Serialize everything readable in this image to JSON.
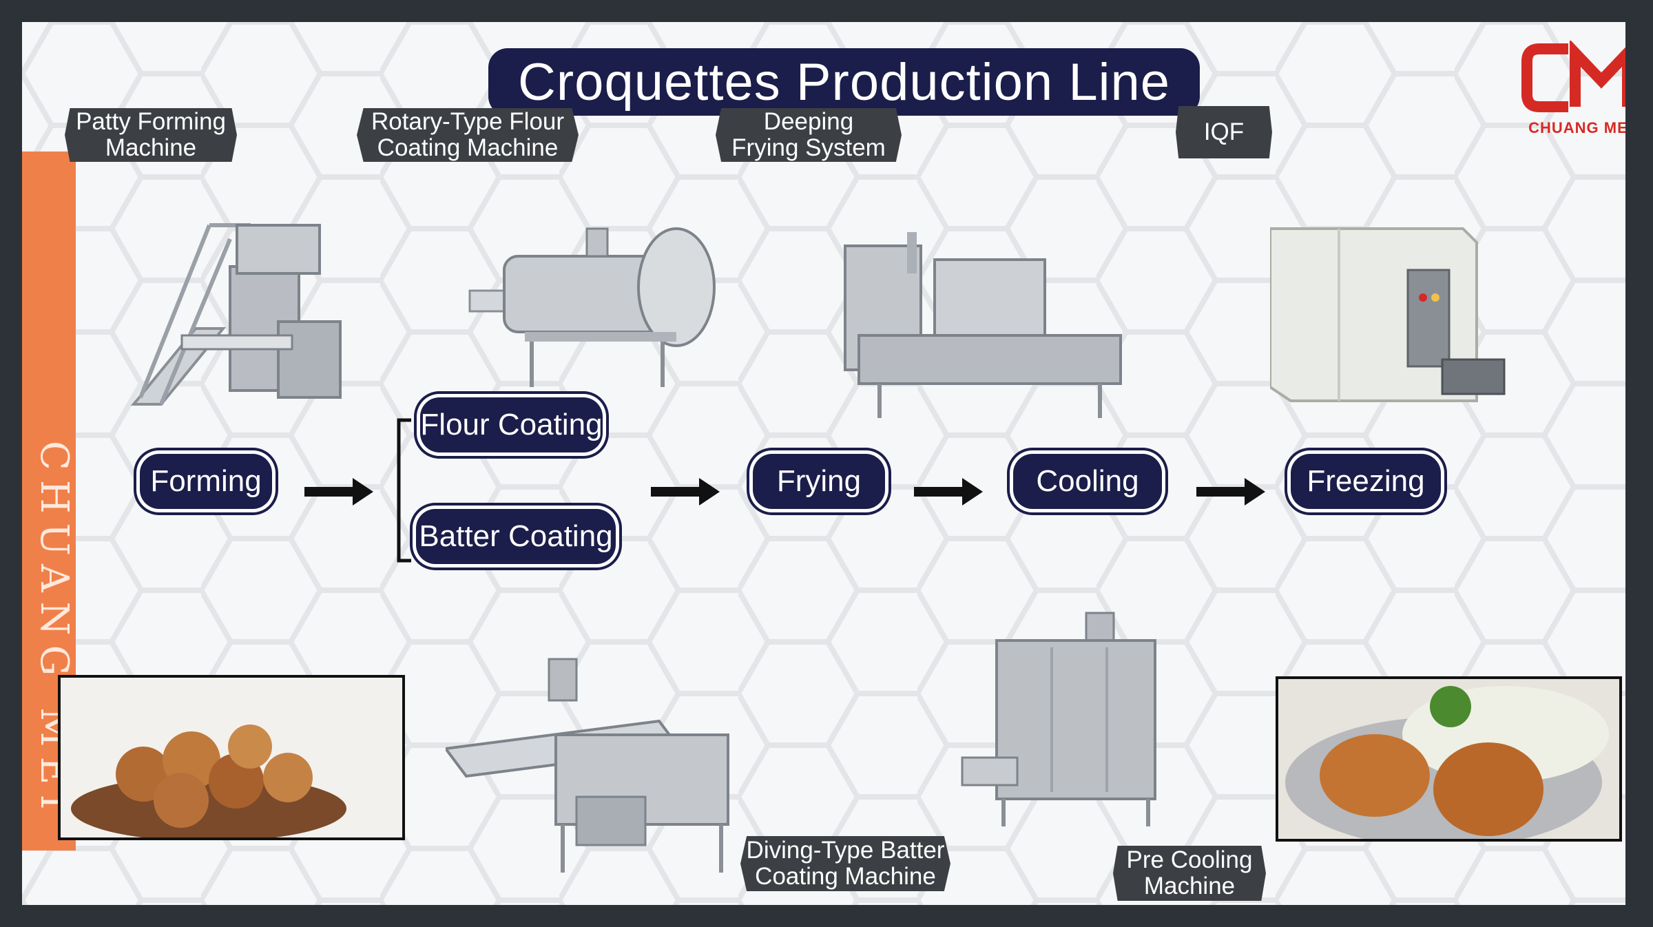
{
  "title": "Croquettes Production Line",
  "brand": {
    "logo_text": "CHUANG MEI",
    "side_text": "CHUANG MEI",
    "accent": "#f0804a",
    "logo_red": "#d52a24",
    "navy": "#1b1d4a"
  },
  "machines": [
    {
      "label_lines": [
        "Patty Forming",
        "Machine"
      ]
    },
    {
      "label_lines": [
        "Rotary-Type Flour",
        "Coating Machine"
      ]
    },
    {
      "label_lines": [
        "Deeping",
        "Frying System"
      ]
    },
    {
      "label_lines": [
        "IQF"
      ]
    },
    {
      "label_lines": [
        "Diving-Type Batter",
        "Coating Machine"
      ]
    },
    {
      "label_lines": [
        "Pre Cooling",
        "Machine"
      ]
    }
  ],
  "steps": {
    "forming": "Forming",
    "flour_coating": "Flour Coating",
    "batter_coating": "Batter Coating",
    "frying": "Frying",
    "cooling": "Cooling",
    "freezing": "Freezing"
  }
}
